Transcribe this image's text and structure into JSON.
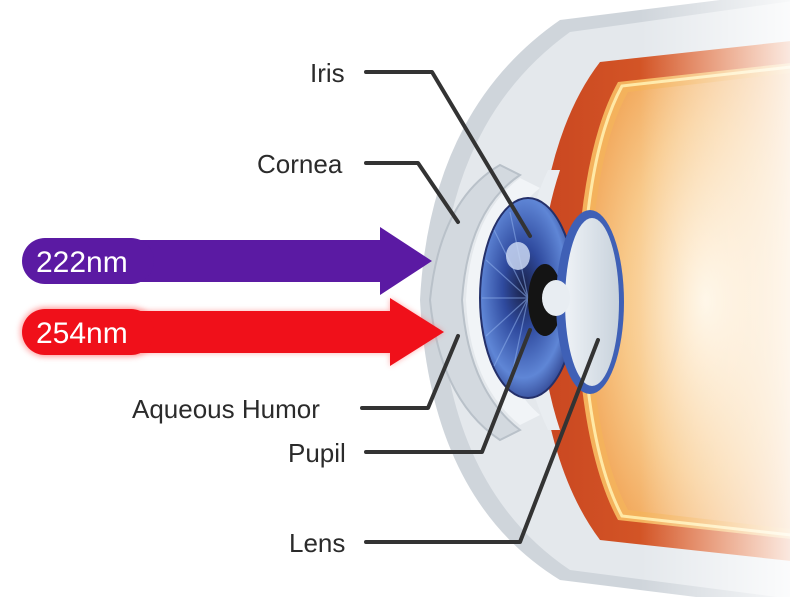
{
  "arrows": [
    {
      "label": "222nm",
      "color": "#5b1aa3"
    },
    {
      "label": "254nm",
      "color": "#f0101a"
    }
  ],
  "labels": {
    "iris": "Iris",
    "cornea": "Cornea",
    "aqueous_humor": "Aqueous Humor",
    "pupil": "Pupil",
    "lens": "Lens"
  },
  "colors": {
    "sclera": "#d9dde2",
    "choroid": "#d8522a",
    "retina": "#f2a24d",
    "iris": "#3d5bb8",
    "lens": "#e3e8ee"
  }
}
